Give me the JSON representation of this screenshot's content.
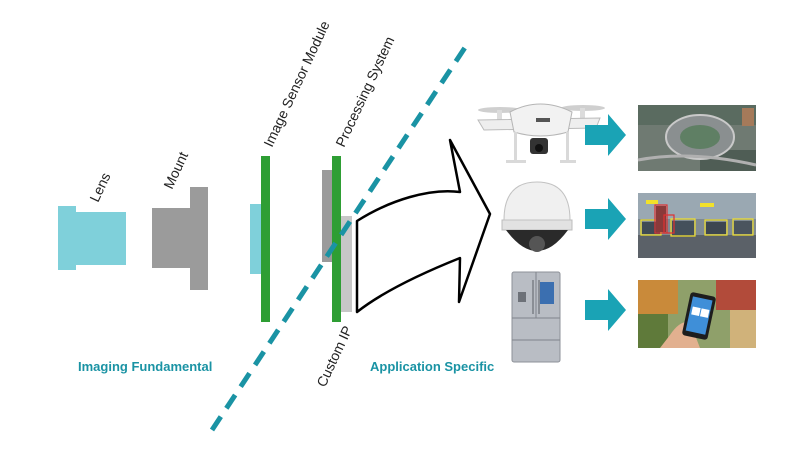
{
  "labels": {
    "lens": "Lens",
    "mount": "Mount",
    "image_sensor_module": "Image Sensor Module",
    "processing_system": "Processing System",
    "custom_ip": "Custom IP",
    "imaging_fundamental": "Imaging Fundamental",
    "application_specific": "Application Specific"
  },
  "colors": {
    "lens": "#7fd0da",
    "mount": "#9b9b9b",
    "sensor_bar": "#2e9e34",
    "divider": "#1a93a4",
    "section_text": "#1a93a4",
    "arrow_fill": "#1aa3b5",
    "outline_arrow": "#000000"
  },
  "applications": [
    {
      "device": "drone",
      "result": "aerial-stadium-image"
    },
    {
      "device": "dome-security-camera",
      "result": "street-object-detection-image"
    },
    {
      "device": "smart-refrigerator",
      "result": "grocery-phone-app-image"
    }
  ]
}
